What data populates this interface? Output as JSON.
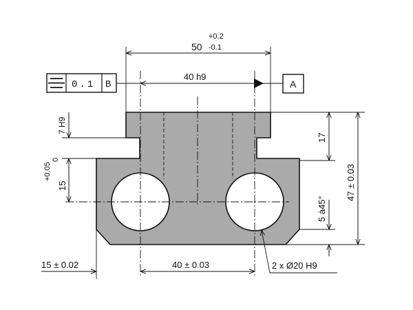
{
  "dimensions": {
    "overall_width": {
      "nominal": "50",
      "upper": "+0.2",
      "lower": "-0.1"
    },
    "slot_width": "40 h9",
    "slot_height": "7 H9",
    "side_offset": {
      "nominal": "15",
      "upper": "+0.05",
      "lower": "0"
    },
    "right_upper_height": "17",
    "total_height": "47 ± 0.03",
    "chamfer": "5 à45°",
    "left_offset": "15 ± 0.02",
    "hole_spacing": "40 ± 0.03",
    "holes": "2 x Ø20 H9"
  },
  "tolerance_frame": {
    "symbol": "symmetry",
    "value": "0.1",
    "datum": "B"
  },
  "datum_label": "A",
  "colors": {
    "part_fill": "#aaaaaa",
    "line": "#111111"
  }
}
